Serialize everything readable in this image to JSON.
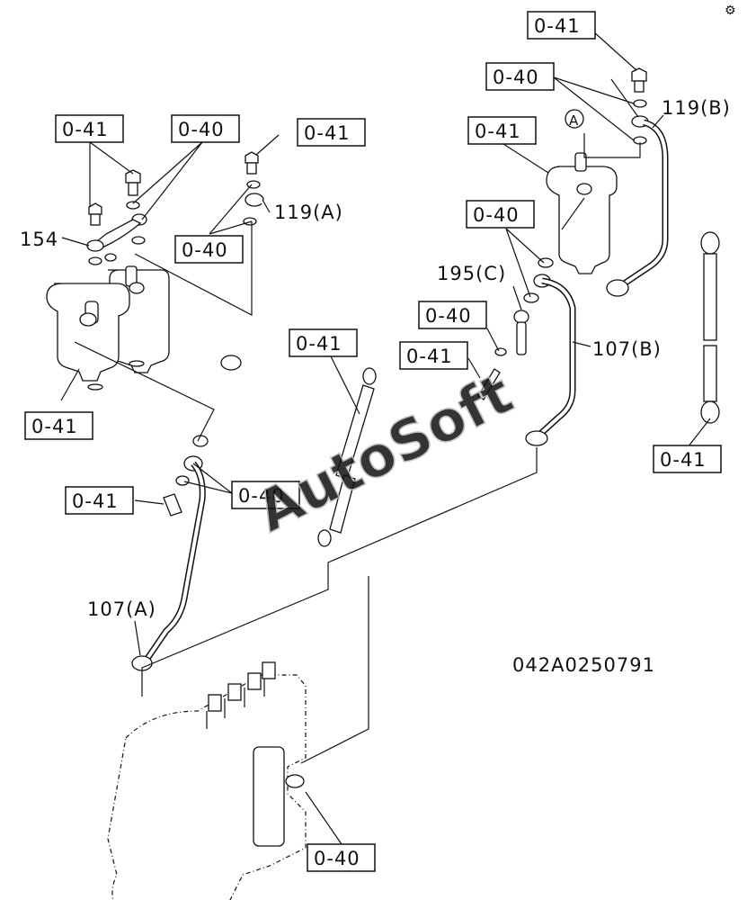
{
  "diagram": {
    "drawing_number": "042A0250791",
    "watermark": "AutoSoft",
    "corner_mark": "⚙",
    "circle_label": "A",
    "labels": {
      "bolt_041": "0-41",
      "washer_040": "0-40",
      "p154": "154",
      "p119a": "119(A)",
      "p119b": "119(B)",
      "p195c": "195(C)",
      "p107a": "107(A)",
      "p107b": "107(B)"
    }
  }
}
